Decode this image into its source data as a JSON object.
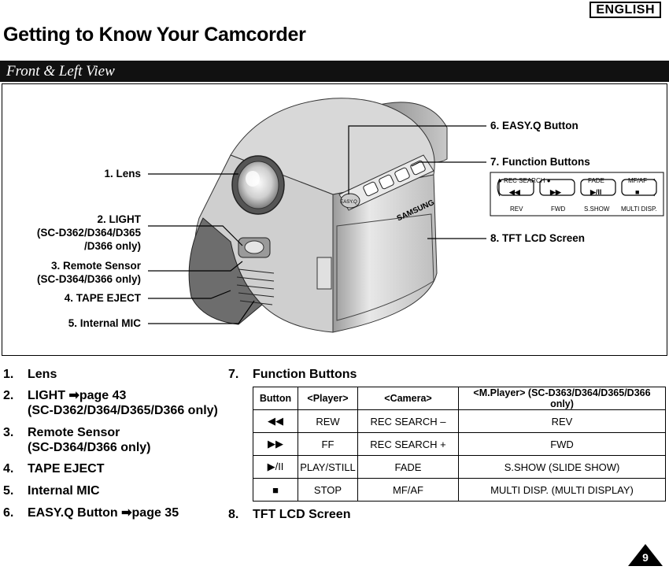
{
  "header": {
    "language": "ENGLISH",
    "title": "Getting to Know Your Camcorder"
  },
  "section": {
    "title": "Front & Left View"
  },
  "figure": {
    "left_callouts": {
      "lens": "1. Lens",
      "light_1": "2. LIGHT",
      "light_2": "(SC-D362/D364/D365",
      "light_3": "/D366 only)",
      "remote_1": "3. Remote Sensor",
      "remote_2": "(SC-D364/D366 only)",
      "tape_eject": "4. TAPE EJECT",
      "mic": "5. Internal MIC"
    },
    "right_callouts": {
      "easyq": "6. EASY.Q Button",
      "function": "7. Function Buttons",
      "lcd": "8. TFT LCD Screen"
    },
    "button_panel": {
      "top_labels": [
        "● REC  SEARCH ●",
        "FADE",
        "MF/AF"
      ],
      "buttons": [
        "◀◀",
        "▶▶",
        "▶/II",
        "■"
      ],
      "bottom_labels": [
        "REV",
        "FWD",
        "S.SHOW",
        "MULTI DISP."
      ]
    },
    "brand": "SAMSUNG",
    "easyq_label": "EASY.Q"
  },
  "legend_left": [
    {
      "num": "1.",
      "lines": [
        "Lens"
      ]
    },
    {
      "num": "2.",
      "lines": [
        "LIGHT ➡page 43",
        "(SC-D362/D364/D365/D366 only)"
      ]
    },
    {
      "num": "3.",
      "lines": [
        "Remote Sensor",
        "(SC-D364/D366 only)"
      ]
    },
    {
      "num": "4.",
      "lines": [
        "TAPE EJECT"
      ]
    },
    {
      "num": "5.",
      "lines": [
        "Internal MIC"
      ]
    },
    {
      "num": "6.",
      "lines": [
        "EASY.Q Button ➡page 35"
      ]
    }
  ],
  "legend_right": {
    "function_num": "7.",
    "function_title": "Function Buttons",
    "lcd_num": "8.",
    "lcd_title": "TFT LCD Screen"
  },
  "function_table": {
    "headers": [
      "Button",
      "<Player>",
      "<Camera>",
      "<M.Player> (SC-D363/D364/D365/D366 only)"
    ],
    "rows": [
      [
        "◀◀",
        "REW",
        "REC SEARCH –",
        "REV"
      ],
      [
        "▶▶",
        "FF",
        "REC SEARCH +",
        "FWD"
      ],
      [
        "▶/II",
        "PLAY/STILL",
        "FADE",
        "S.SHOW (SLIDE SHOW)"
      ],
      [
        "■",
        "STOP",
        "MF/AF",
        "MULTI DISP. (MULTI DISPLAY)"
      ]
    ]
  },
  "page_number": "9"
}
